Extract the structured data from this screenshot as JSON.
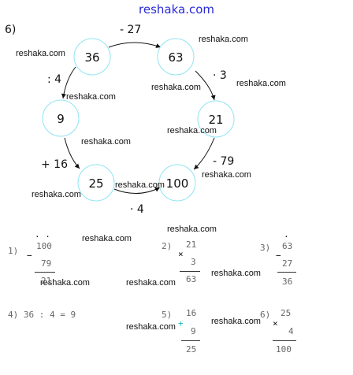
{
  "header": {
    "site": "reshaka.com",
    "part": "6)"
  },
  "watermark": "reshaka.com",
  "nodes": [
    {
      "id": "n36",
      "value": "36"
    },
    {
      "id": "n63",
      "value": "63"
    },
    {
      "id": "n21",
      "value": "21"
    },
    {
      "id": "n100",
      "value": "100"
    },
    {
      "id": "n25",
      "value": "25"
    },
    {
      "id": "n9",
      "value": "9"
    }
  ],
  "operations": {
    "op_36_63": "- 27",
    "op_63_21": "· 3",
    "op_21_100": "- 79",
    "op_100_25": "· 4",
    "op_25_9": "+ 16",
    "op_9_36": ": 4"
  },
  "calcs": {
    "c1": {
      "index": "1)",
      "dots": "· ·",
      "sign": "−",
      "top": "100",
      "bottom": "79",
      "result": "21"
    },
    "c2": {
      "index": "2)",
      "sign": "×",
      "top": "21",
      "bottom": "3",
      "result": "63"
    },
    "c3": {
      "index": "3)",
      "dot": "·",
      "sign": "−",
      "top": "63",
      "bottom": "27",
      "result": "36"
    },
    "c4": {
      "text": "4) 36 : 4 = 9"
    },
    "c5": {
      "index": "5)",
      "sign": "+",
      "top": "16",
      "bottom": "9",
      "result": "25"
    },
    "c6": {
      "index": "6)",
      "sign": "×",
      "top": "25",
      "bottom": "4",
      "result": "100"
    }
  },
  "colors": {
    "circle": "#8fe4f2",
    "site": "#2b2bd6",
    "calc_index": "#13b3c8"
  }
}
